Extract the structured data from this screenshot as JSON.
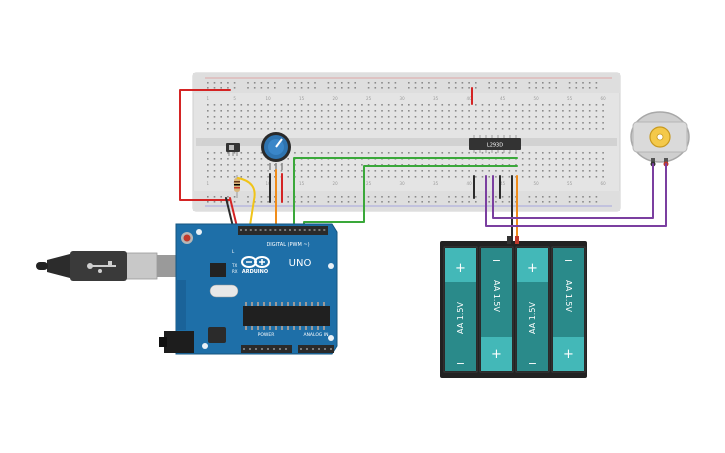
{
  "breadboard": {
    "column_numbers": [
      "1",
      "5",
      "10",
      "15",
      "20",
      "25",
      "30",
      "35",
      "40",
      "45",
      "50",
      "55",
      "60"
    ]
  },
  "driver_chip": {
    "label": "L293D"
  },
  "arduino": {
    "logo_text": "ARDUINO",
    "model_label": "UNO",
    "digital_label": "DIGITAL (PWM ~)",
    "power_label": "POWER",
    "analog_label": "ANALOG IN",
    "tx_label": "TX",
    "rx_label": "RX",
    "l_label": "L"
  },
  "battery_pack": {
    "cells": [
      {
        "label": "AA 1.5V",
        "plus": "+",
        "minus": "−"
      },
      {
        "label": "AA 1.5V",
        "plus": "+",
        "minus": "−"
      },
      {
        "label": "AA 1.5V",
        "plus": "+",
        "minus": "−"
      },
      {
        "label": "AA 1.5V",
        "plus": "+",
        "minus": "−"
      }
    ]
  },
  "colors": {
    "red_wire": "#d42424",
    "black_wire": "#2b2b2b",
    "green_wire": "#3aa83a",
    "orange_wire": "#f08c1a",
    "yellow_wire": "#f0c419",
    "purple_wire": "#7b3fa0",
    "board_blue": "#1e6fa8",
    "battery_teal": "#43b8b8",
    "breadboard": "#e6e6e6"
  },
  "icons": [
    "usb-cable-icon",
    "potentiometer-knob-icon",
    "slide-switch-icon",
    "resistor-icon",
    "dc-motor-icon"
  ]
}
